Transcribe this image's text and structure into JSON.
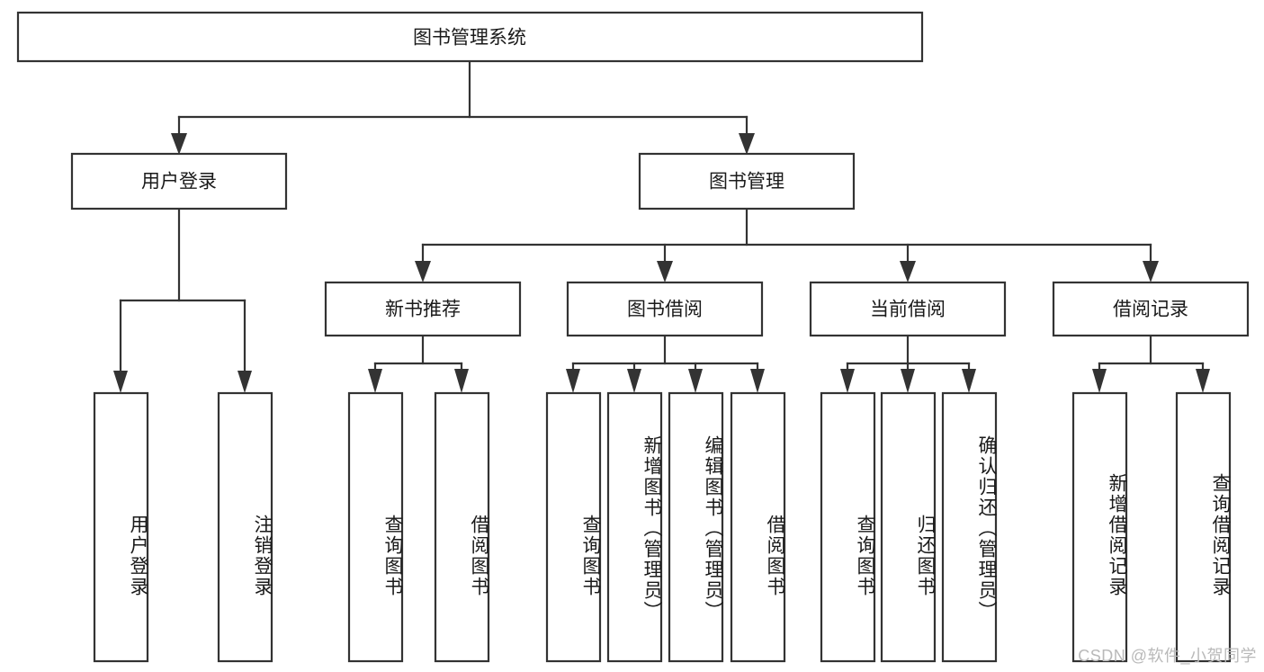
{
  "diagram": {
    "title": "图书管理系统",
    "type": "tree-hierarchy-diagram",
    "colors": {
      "box_stroke": "#333333",
      "box_fill": "#ffffff",
      "text": "#1a1a1a",
      "background": "#ffffff",
      "watermark": "#b9b9b9"
    },
    "root": {
      "label": "图书管理系统"
    },
    "level2": [
      {
        "label": "用户登录"
      },
      {
        "label": "图书管理"
      }
    ],
    "level3": [
      {
        "label": "新书推荐"
      },
      {
        "label": "图书借阅"
      },
      {
        "label": "当前借阅"
      },
      {
        "label": "借阅记录"
      }
    ],
    "leaves": {
      "user_login": [
        {
          "label": "用户登录"
        },
        {
          "label": "注销登录"
        }
      ],
      "new_book_recommend": [
        {
          "label": "查询图书"
        },
        {
          "label": "借阅图书"
        }
      ],
      "book_borrow": [
        {
          "label": "查询图书"
        },
        {
          "label": "新增图书（管理员）"
        },
        {
          "label": "编辑图书（管理员）"
        },
        {
          "label": "借阅图书"
        }
      ],
      "current_borrow": [
        {
          "label": "查询图书"
        },
        {
          "label": "归还图书"
        },
        {
          "label": "确认归还（管理员）"
        }
      ],
      "borrow_record": [
        {
          "label": "新增借阅记录"
        },
        {
          "label": "查询借阅记录"
        }
      ]
    }
  },
  "watermark": {
    "text": "CSDN @软件_小贺同学"
  }
}
